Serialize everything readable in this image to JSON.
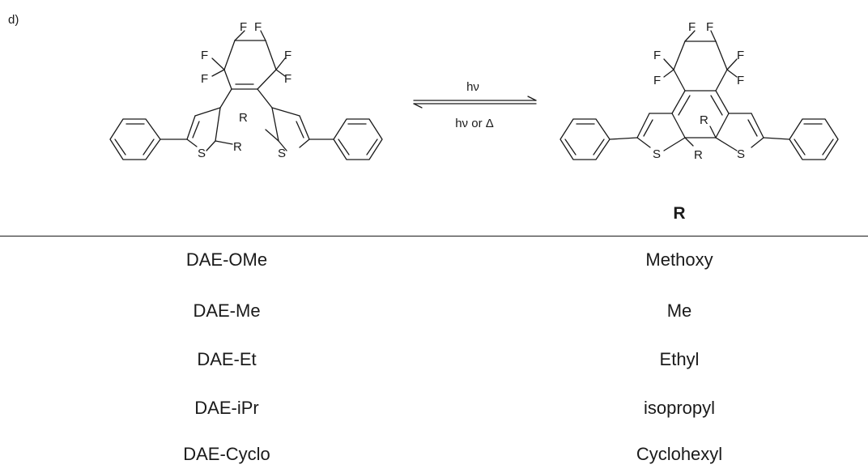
{
  "panel_label": "d)",
  "scheme": {
    "arrow_forward_label": "hν",
    "arrow_reverse_label": "hν or Δ",
    "atom_F": "F",
    "atom_S": "S",
    "atom_R": "R"
  },
  "table": {
    "header_substituent": "R",
    "rows": [
      {
        "compound": "DAE-OMe",
        "substituent": "Methoxy"
      },
      {
        "compound": "DAE-Me",
        "substituent": "Me"
      },
      {
        "compound": "DAE-Et",
        "substituent": "Ethyl"
      },
      {
        "compound": "DAE-iPr",
        "substituent": "isopropyl"
      },
      {
        "compound": "DAE-Cyclo",
        "substituent": "Cyclohexyl"
      }
    ]
  }
}
